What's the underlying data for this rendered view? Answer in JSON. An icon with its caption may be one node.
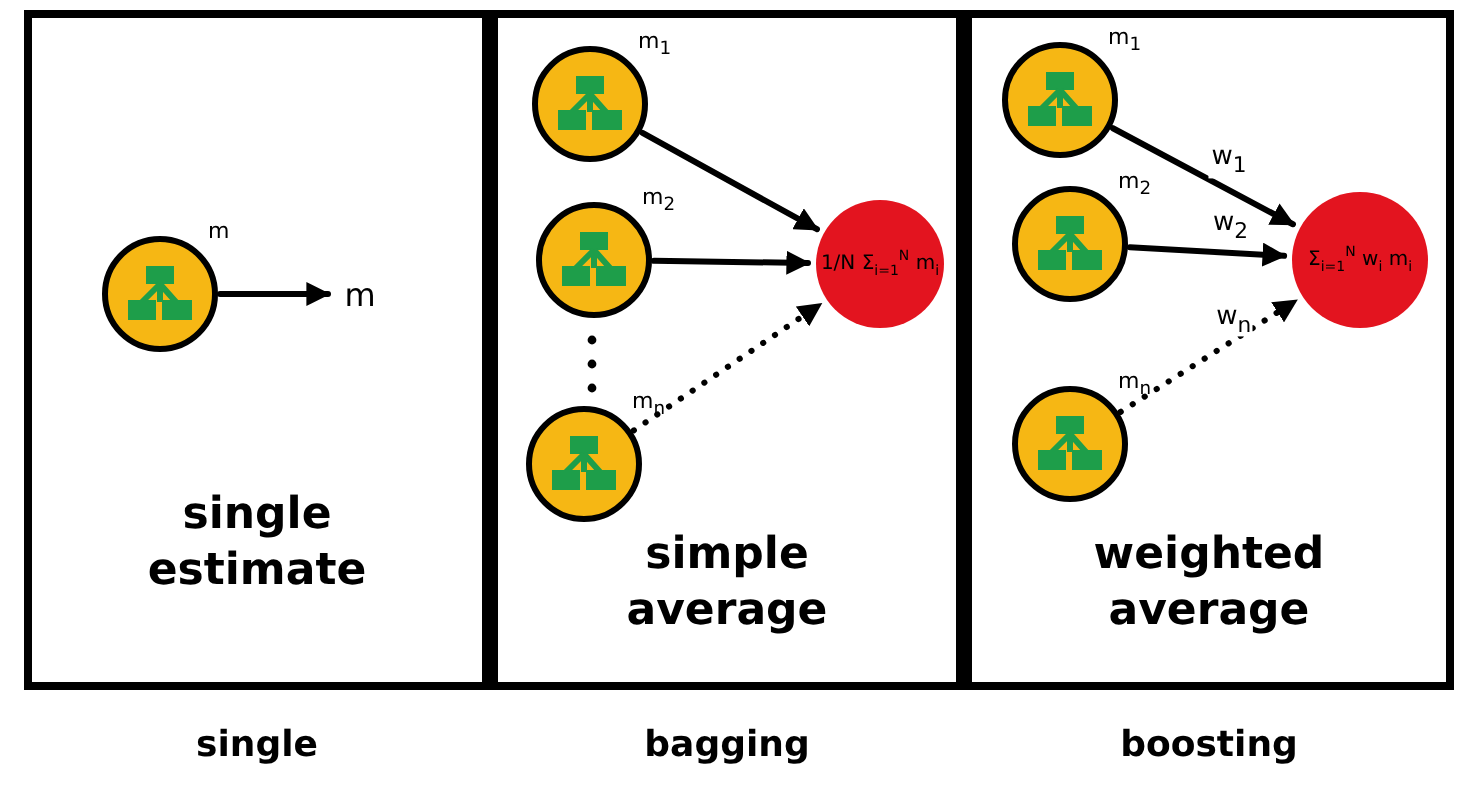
{
  "diagram": {
    "nodes": [
      {
        "text": [
          "single estimate"
        ],
        "beside": [
          "single"
        ]
      },
      {
        "text": [
          "simple average"
        ],
        "beside": [
          "bagging"
        ]
      },
      {
        "text": [
          "weighted average"
        ],
        "beside": [
          "boosting"
        ]
      },
      {
        "text": [],
        "shape": "circle",
        "in": 0,
        "beside": [
          "m"
        ]
      },
      {
        "text": [
          "m"
        ],
        "in": 0
      },
      {
        "text": [],
        "shape": "circle",
        "in": 1,
        "beside": [
          "m$_{1}$"
        ]
      },
      {
        "text": [],
        "shape": "circle",
        "in": 1,
        "beside": [
          "m$_{2}$"
        ]
      },
      {
        "text": [],
        "shape": "circle",
        "in": 1,
        "beside": [
          "m$_{n}$"
        ]
      },
      {
        "text": [
          "1/N Σ$_{i=1}$$^{N}$ m$_{i}$"
        ],
        "in": 1
      },
      {
        "text": [],
        "shape": "circle",
        "in": 2,
        "beside": [
          "m$_{1}$"
        ]
      },
      {
        "text": [],
        "shape": "circle",
        "in": 2,
        "beside": [
          "m$_{2}$"
        ]
      },
      {
        "text": [],
        "shape": "circle",
        "in": 2,
        "beside": [
          "m$_{n}$"
        ]
      },
      {
        "text": [
          "Σ$_{i=1}$$^{N}$ w$_{i}$ m$_{i}$"
        ],
        "in": 2
      }
    ],
    "edges": [
      {
        "from": 3,
        "to": 4,
        "arrow": "to"
      },
      {
        "from": 5,
        "to": 8,
        "arrow": "to"
      },
      {
        "from": 6,
        "to": 8,
        "arrow": "to"
      },
      {
        "from": 7,
        "to": 8,
        "arrow": "to",
        "style": "dashed"
      },
      {
        "from": 9,
        "to": 12,
        "arrow": "to",
        "label": "w$_{1}$"
      },
      {
        "from": 10,
        "to": 12,
        "arrow": "to",
        "label": "w$_{2}$"
      },
      {
        "from": 11,
        "to": 12,
        "arrow": "to",
        "label": "w$_{n}$",
        "style": "dashed"
      }
    ]
  }
}
